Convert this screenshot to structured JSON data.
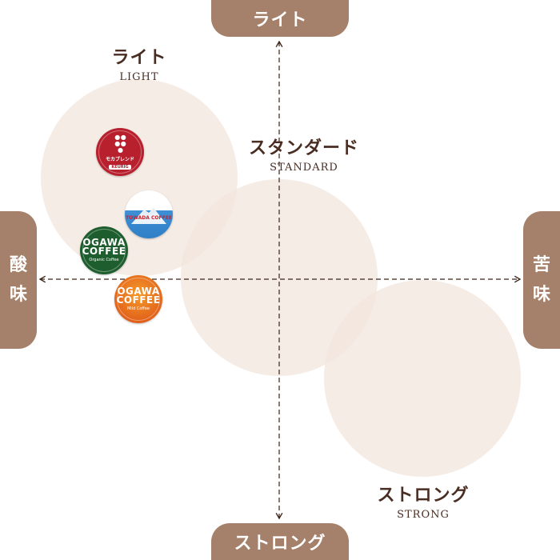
{
  "axes": {
    "top": "ライト",
    "bottom": "ストロング",
    "left": [
      "酸",
      "味"
    ],
    "right": [
      "苦",
      "味"
    ]
  },
  "zones": [
    {
      "name": "ライト",
      "en": "LIGHT"
    },
    {
      "name": "スタンダード",
      "en": "STANDARD"
    },
    {
      "name": "ストロング",
      "en": "STRONG"
    }
  ],
  "products": [
    {
      "id": "mocha",
      "name": "モカブレンド",
      "badge": "KEURIG",
      "color": "#b8202e"
    },
    {
      "id": "fuji",
      "name": "TOWADA COFFEE",
      "color": "#3f8fd6"
    },
    {
      "id": "organic",
      "brand": [
        "OGAWA",
        "COFFEE"
      ],
      "name": "Organic Coffee",
      "color": "#1e5e2e"
    },
    {
      "id": "mild",
      "brand": [
        "OGAWA",
        "COFFEE"
      ],
      "name": "Mild Coffee",
      "color": "#e2631b"
    }
  ],
  "colors": {
    "pill": "#a5806a",
    "zone_fill": "#f5ede6",
    "axis_line": "#3a2418",
    "label_text": "#4a2d22"
  }
}
